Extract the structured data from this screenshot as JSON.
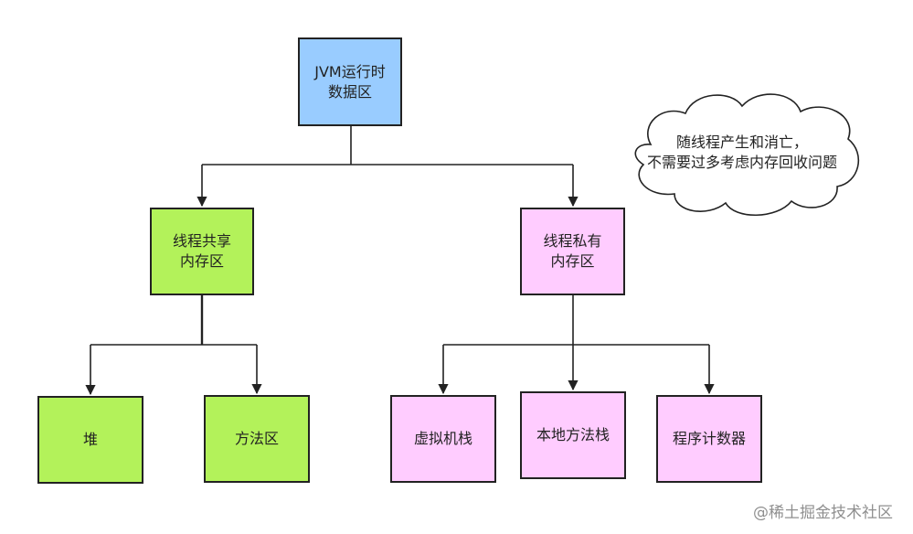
{
  "diagram": {
    "root": "JVM运行时\n数据区",
    "shared": "线程共享\n内存区",
    "private": "线程私有\n内存区",
    "heap": "堆",
    "method_area": "方法区",
    "vm_stack": "虚拟机栈",
    "native_stack": "本地方法栈",
    "pc_register": "程序计数器",
    "cloud_note": "随线程产生和消亡，\n不需要过多考虑内存回收问题"
  },
  "watermark": "@稀土掘金技术社区",
  "colors": {
    "root_fill": "#99ccff",
    "shared_fill": "#b3f25a",
    "private_fill": "#ffccff",
    "stroke": "#222222"
  }
}
